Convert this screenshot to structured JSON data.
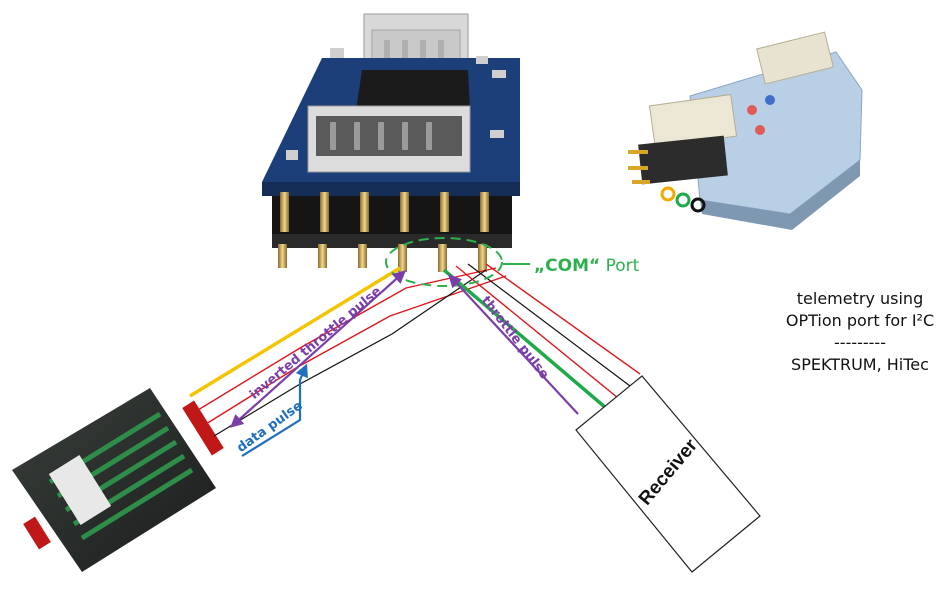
{
  "com_port": {
    "quote_label": "„COM“",
    "port_word": "Port"
  },
  "signals": {
    "inverted_throttle": "inverted throttle pulse",
    "data_pulse": "data pulse",
    "throttle": "throttle pulse"
  },
  "receiver": {
    "label": "Receiver"
  },
  "telemetry_note": {
    "line1": "telemetry using",
    "line2": "OPTion port for I²C",
    "divider": "---------",
    "line3": "SPEKTRUM, HiTec"
  },
  "colors": {
    "yellow_wire": "#f5c400",
    "red_wire": "#e0161c",
    "black_wire": "#111111",
    "green_wire": "#1faa4a",
    "purple_arrow": "#7a3ea8",
    "blue_arrow": "#1f6fc0",
    "com_green": "#2fb04e",
    "pcb_blue": "#1c3f7a"
  }
}
